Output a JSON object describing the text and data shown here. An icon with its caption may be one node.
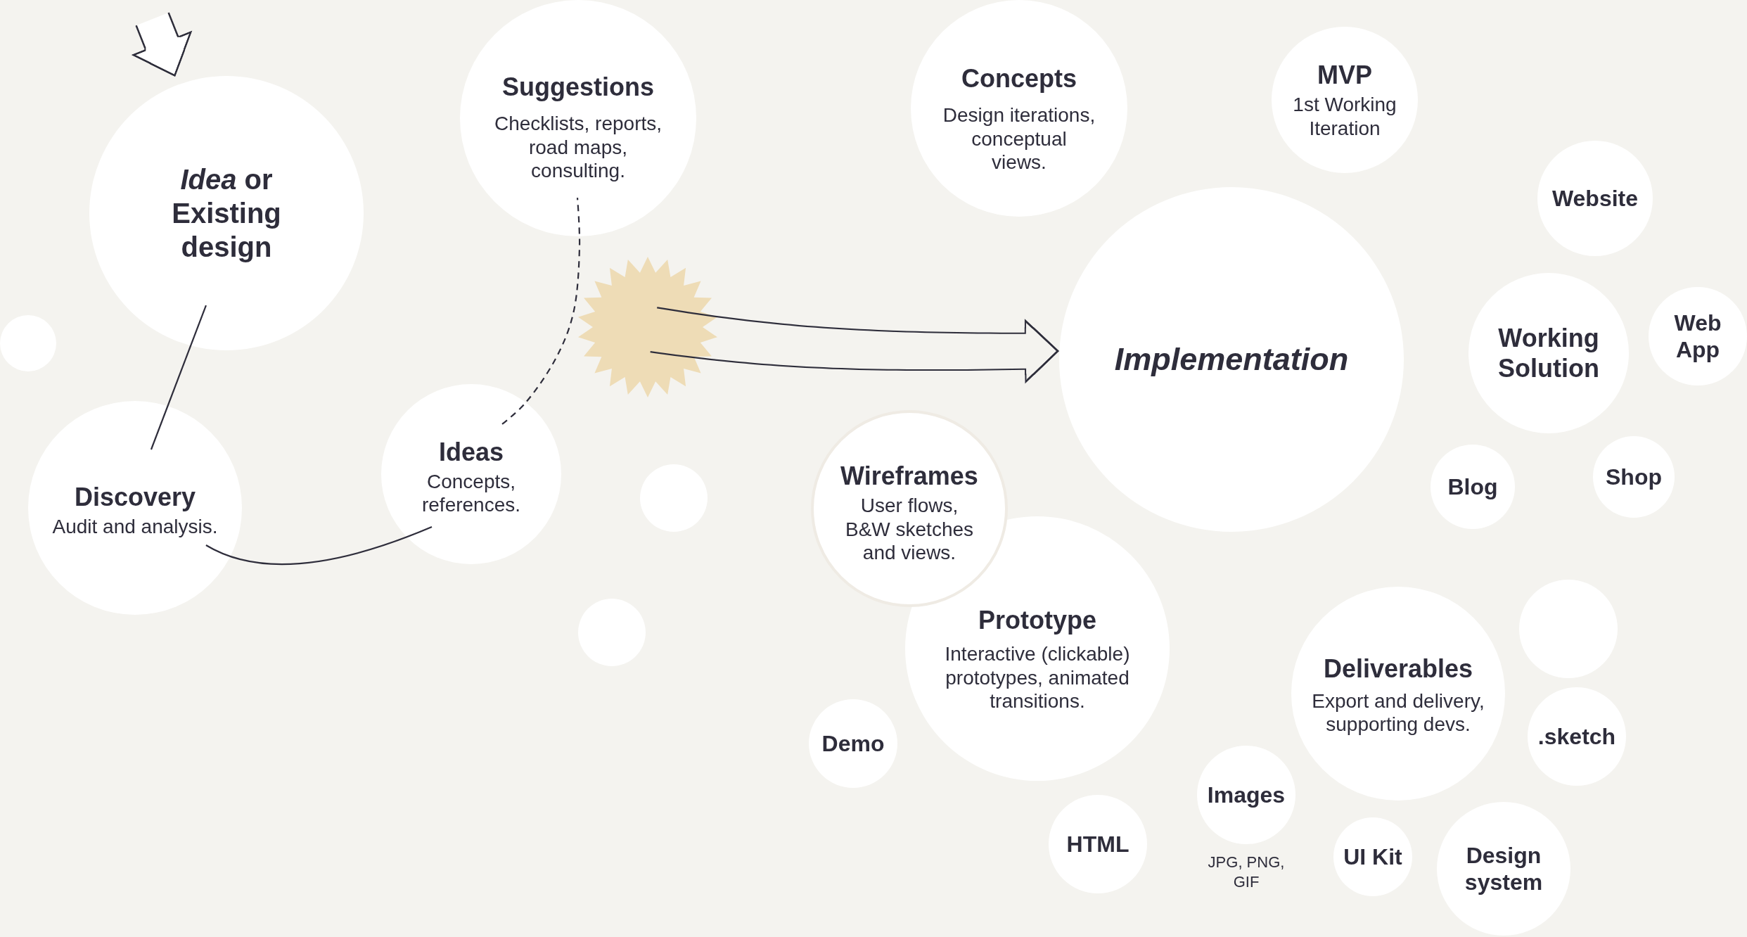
{
  "diagram": {
    "nodes": [
      {
        "text": [
          "*Idea* or Existing design"
        ]
      },
      {
        "text": [],
        "shape": "circle"
      },
      {
        "text": [
          "Discovery",
          "Audit and analysis."
        ]
      },
      {
        "text": [
          "Suggestions",
          "Checklists, reports, road maps, consulting."
        ]
      },
      {
        "text": [
          "Ideas",
          "Concepts, references."
        ]
      },
      {
        "text": [],
        "shape": "star"
      },
      {
        "text": [],
        "shape": "circle"
      },
      {
        "text": [],
        "shape": "circle"
      },
      {
        "text": [
          "Concepts",
          "Design iterations, conceptual views."
        ]
      },
      {
        "text": [
          "Wireframes",
          "User flows, B&W sketches and views."
        ]
      },
      {
        "text": [
          "Prototype",
          "Interactive (clickable) prototypes, animated transitions."
        ]
      },
      {
        "text": [
          "Demo"
        ]
      },
      {
        "text": [
          "HTML"
        ]
      },
      {
        "text": [
          "MVP",
          "1st Working Iteration"
        ]
      },
      {
        "text": [
          "Implementation"
        ]
      },
      {
        "text": [
          "Images"
        ],
        "beside": [
          "JPG, PNG, GIF"
        ]
      },
      {
        "text": [
          "Deliverables",
          "Export and delivery, supporting devs."
        ]
      },
      {
        "text": [
          "UI Kit"
        ]
      },
      {
        "text": [
          "Blog"
        ]
      },
      {
        "text": [
          "Website"
        ]
      },
      {
        "text": [
          "Working Solution"
        ]
      },
      {
        "text": [
          "Design system"
        ]
      },
      {
        "text": [],
        "shape": "circle"
      },
      {
        "text": [
          ".sketch"
        ]
      },
      {
        "text": [
          "Shop"
        ]
      },
      {
        "text": [
          "Web App"
        ]
      }
    ],
    "edges": [
      {
        "from": null,
        "to": 0,
        "arrow": "to",
        "style": "thick"
      },
      {
        "from": 0,
        "to": 2,
        "arrow": "none"
      },
      {
        "from": 2,
        "to": 4,
        "arrow": "none"
      },
      {
        "from": 4,
        "to": 3,
        "arrow": "none",
        "style": "dashed"
      },
      {
        "from": 5,
        "to": 14,
        "arrow": "to",
        "style": "thick"
      }
    ]
  }
}
